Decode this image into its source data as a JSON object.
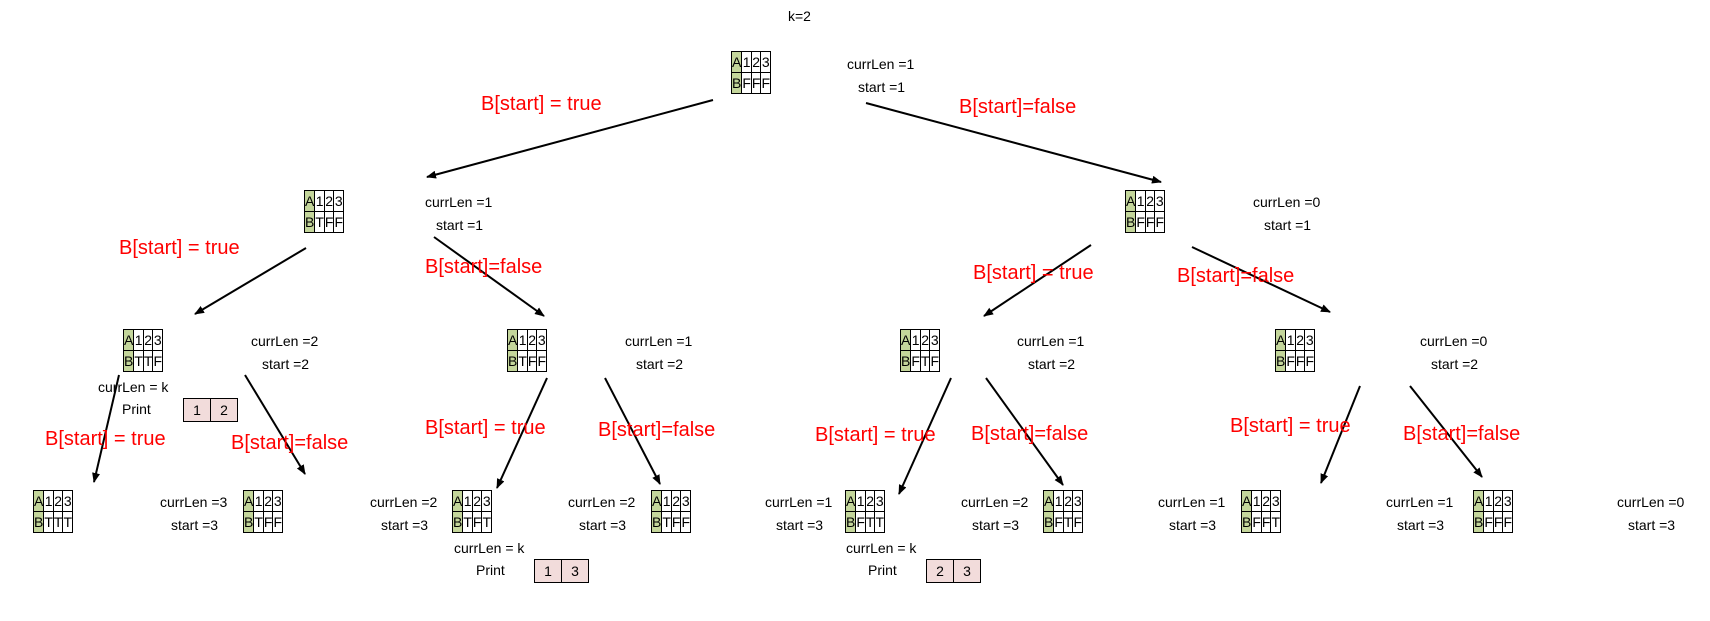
{
  "title": "k=2",
  "nodes": [
    {
      "a": [
        "A",
        "1",
        "2",
        "3"
      ],
      "b": [
        "B",
        "F",
        "F",
        "F"
      ],
      "curr": "currLen =1",
      "start": "start =1"
    },
    {
      "a": [
        "A",
        "1",
        "2",
        "3"
      ],
      "b": [
        "B",
        "T",
        "F",
        "F"
      ],
      "curr": "currLen =1",
      "start": "start =1"
    },
    {
      "a": [
        "A",
        "1",
        "2",
        "3"
      ],
      "b": [
        "B",
        "F",
        "F",
        "F"
      ],
      "curr": "currLen =0",
      "start": "start =1"
    },
    {
      "a": [
        "A",
        "1",
        "2",
        "3"
      ],
      "b": [
        "B",
        "T",
        "T",
        "F"
      ],
      "curr": "currLen =2",
      "start": "start =2"
    },
    {
      "a": [
        "A",
        "1",
        "2",
        "3"
      ],
      "b": [
        "B",
        "T",
        "F",
        "F"
      ],
      "curr": "currLen =1",
      "start": "start =2"
    },
    {
      "a": [
        "A",
        "1",
        "2",
        "3"
      ],
      "b": [
        "B",
        "F",
        "T",
        "F"
      ],
      "curr": "currLen =1",
      "start": "start =2"
    },
    {
      "a": [
        "A",
        "1",
        "2",
        "3"
      ],
      "b": [
        "B",
        "F",
        "F",
        "F"
      ],
      "curr": "currLen =0",
      "start": "start =2"
    },
    {
      "a": [
        "A",
        "1",
        "2",
        "3"
      ],
      "b": [
        "B",
        "T",
        "T",
        "T"
      ],
      "curr": "currLen =3",
      "start": "start =3"
    },
    {
      "a": [
        "A",
        "1",
        "2",
        "3"
      ],
      "b": [
        "B",
        "T",
        "F",
        "F"
      ],
      "curr": "currLen =2",
      "start": "start =3"
    },
    {
      "a": [
        "A",
        "1",
        "2",
        "3"
      ],
      "b": [
        "B",
        "T",
        "F",
        "T"
      ],
      "curr": "currLen =2",
      "start": "start =3"
    },
    {
      "a": [
        "A",
        "1",
        "2",
        "3"
      ],
      "b": [
        "B",
        "T",
        "F",
        "F"
      ],
      "curr": "currLen =1",
      "start": "start =3"
    },
    {
      "a": [
        "A",
        "1",
        "2",
        "3"
      ],
      "b": [
        "B",
        "F",
        "T",
        "T"
      ],
      "curr": "currLen =2",
      "start": "start =3"
    },
    {
      "a": [
        "A",
        "1",
        "2",
        "3"
      ],
      "b": [
        "B",
        "F",
        "T",
        "F"
      ],
      "curr": "currLen =1",
      "start": "start =3"
    },
    {
      "a": [
        "A",
        "1",
        "2",
        "3"
      ],
      "b": [
        "B",
        "F",
        "F",
        "T"
      ],
      "curr": "currLen =1",
      "start": "start =3"
    },
    {
      "a": [
        "A",
        "1",
        "2",
        "3"
      ],
      "b": [
        "B",
        "F",
        "F",
        "F"
      ],
      "curr": "currLen =0",
      "start": "start =3"
    }
  ],
  "prints": [
    {
      "cond": "currLen = k",
      "label": "Print",
      "values": [
        "1",
        "2"
      ]
    },
    {
      "cond": "currLen = k",
      "label": "Print",
      "values": [
        "1",
        "3"
      ]
    },
    {
      "cond": "currLen = k",
      "label": "Print",
      "values": [
        "2",
        "3"
      ]
    }
  ],
  "labels": {
    "l0": "B[start] = true",
    "l1": "B[start]=false",
    "l2": "B[start] = true",
    "l3": "B[start]=false",
    "l4": "B[start] = true",
    "l5": "B[start]=false",
    "l6": "B[start] = true",
    "l7": "B[start]=false",
    "l8": "B[start] = true",
    "l9": "B[start]=false",
    "l10": "B[start] = true",
    "l11": "B[start]=false",
    "l12": "B[start] = true",
    "l13": "B[start]=false"
  },
  "colors": {
    "header_cell": "#c4d69b",
    "print_cell": "#f2dcdb",
    "branch_label": "#ff0000"
  }
}
